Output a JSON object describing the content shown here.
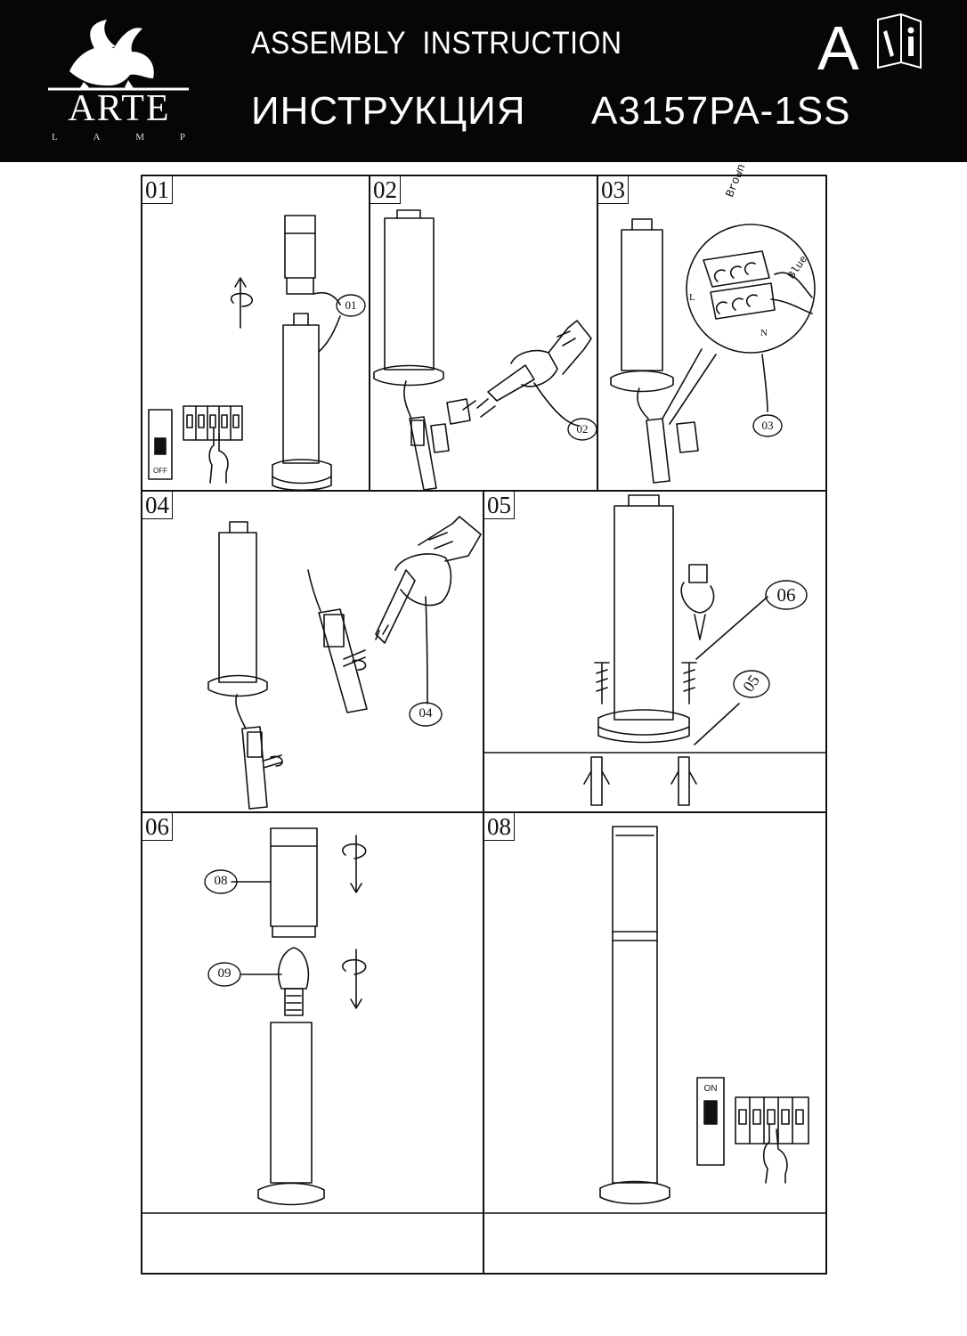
{
  "header": {
    "brand": "ARTE",
    "brand_sub": [
      "L",
      "A",
      "M",
      "P"
    ],
    "title_en": "ASSEMBLY  INSTRUCTION",
    "title_ru": "ИНСТРУКЦИЯ",
    "model": "A3157PA-1SS",
    "lang_letter": "A",
    "icons": [
      "griffin-logo-icon",
      "manual-info-icon"
    ]
  },
  "steps": [
    {
      "id": "01",
      "callouts": [
        "01"
      ],
      "switch_label": "OFF"
    },
    {
      "id": "02",
      "callouts": [
        "02"
      ]
    },
    {
      "id": "03",
      "callouts": [
        "03"
      ],
      "wire_labels": [
        "Brown",
        "Blue",
        "L",
        "N"
      ]
    },
    {
      "id": "04",
      "callouts": [
        "04"
      ]
    },
    {
      "id": "05",
      "callouts": [
        "06",
        "05"
      ]
    },
    {
      "id": "06",
      "callouts": [
        "08",
        "09"
      ]
    },
    {
      "id": "08",
      "switch_label": "ON"
    }
  ]
}
